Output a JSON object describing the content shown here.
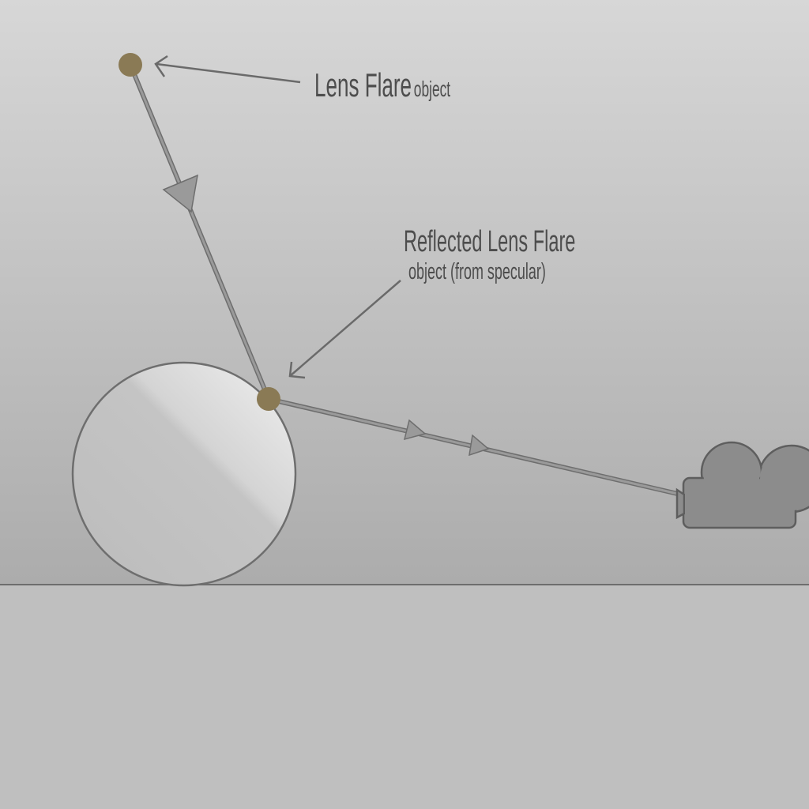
{
  "labels": {
    "lens_flare_main": "Lens Flare",
    "lens_flare_sub": "object",
    "reflected_line1": "Reflected Lens Flare",
    "reflected_line2": "object (from specular)"
  },
  "colors": {
    "flare_point": "#8a7a55",
    "ray": "#8e8e8e",
    "outline": "#6a6a6a",
    "camera": "#8c8c8c"
  }
}
